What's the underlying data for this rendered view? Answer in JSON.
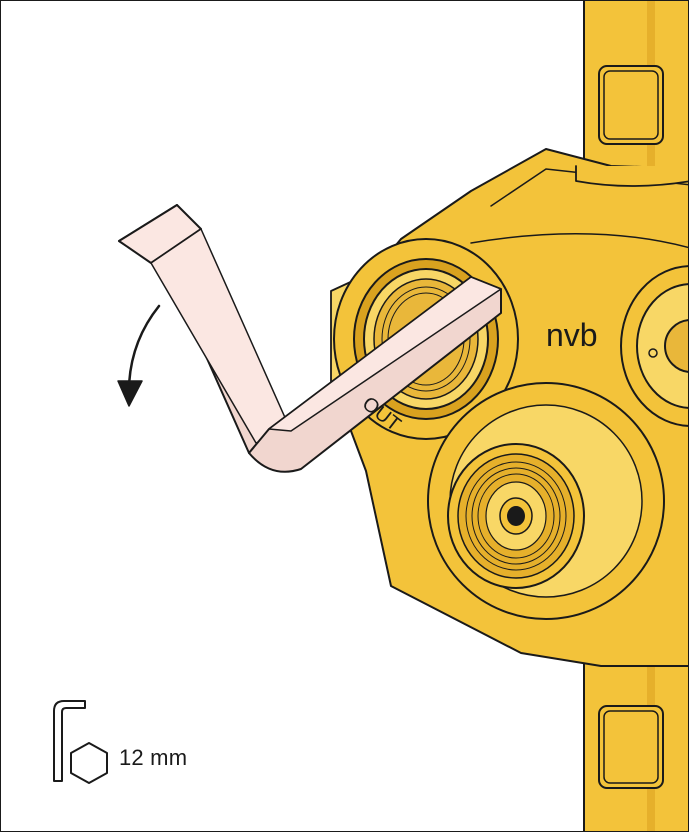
{
  "figure": {
    "brand_mark": "nvb",
    "port_label": "OUT",
    "tool_size_label": "12 mm",
    "colors": {
      "brass": "#f3c33a",
      "brass_light": "#f8d766",
      "brass_shadow": "#d9a21f",
      "outline": "#1a1a1a",
      "key_face": "#fbe7e2",
      "key_side": "#f1d6cf"
    },
    "icons": [
      "allen-key-icon",
      "hexagon-icon",
      "rotation-arrow-icon"
    ]
  }
}
